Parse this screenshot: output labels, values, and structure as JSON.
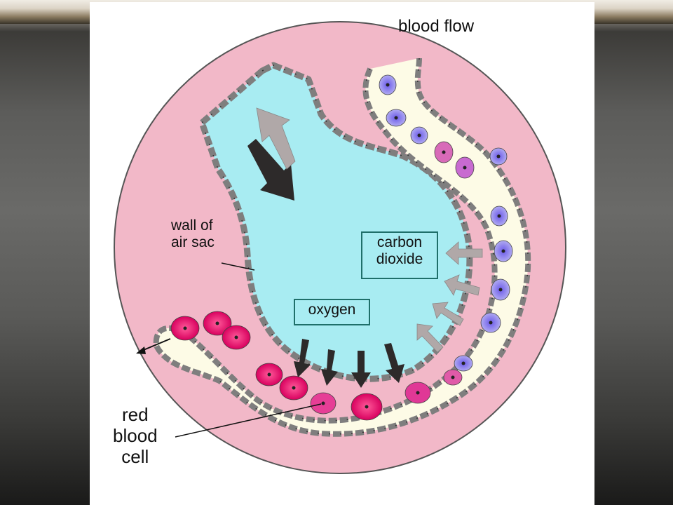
{
  "labels": {
    "blood_flow": "blood flow",
    "wall_line1": "wall of",
    "wall_line2": "air sac",
    "carbon_line1": "carbon",
    "carbon_line2": "dioxide",
    "oxygen": "oxygen",
    "rbc_line1": "red",
    "rbc_line2": "blood",
    "rbc_line3": "cell"
  },
  "colors": {
    "background_disc": "#f2b8c8",
    "air_sac": "#a8ecf2",
    "capillary": "#fdfbe6",
    "wall_cells": "#8a8888",
    "oxygen_arrow": "#2d2a2a",
    "co2_arrow": "#b0a8a8",
    "oxygenated_cell": "#e0126c",
    "deoxygenated_cell": "#8a86e6",
    "label_box_border": "#1f6f6a"
  }
}
